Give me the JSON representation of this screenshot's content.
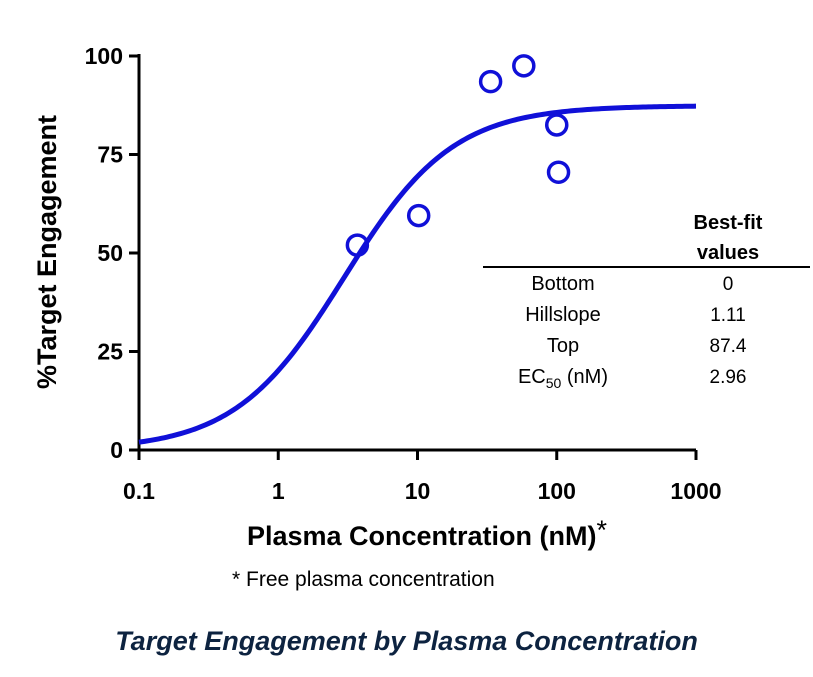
{
  "chart_data": {
    "type": "scatter",
    "xscale": "log",
    "xlim": [
      0.1,
      1000
    ],
    "ylim": [
      0,
      100
    ],
    "x_ticks": [
      "0.1",
      "1",
      "10",
      "100",
      "1000"
    ],
    "y_ticks": [
      "0",
      "25",
      "50",
      "75",
      "100"
    ],
    "xlabel": "Plasma Concentration (nM)",
    "xlabel_suffix": "*",
    "ylabel": "%Target  Engagement",
    "grid": false,
    "color": "#1010d8",
    "points": [
      {
        "x": 3.7,
        "y": 52
      },
      {
        "x": 10.2,
        "y": 59.5
      },
      {
        "x": 33.5,
        "y": 93.5
      },
      {
        "x": 58,
        "y": 97.5
      },
      {
        "x": 100,
        "y": 82.5
      },
      {
        "x": 103,
        "y": 70.5
      }
    ],
    "fit": {
      "bottom": 0,
      "hillslope": 1.11,
      "top": 87.4,
      "ec50": 2.96
    }
  },
  "table": {
    "header_line1": "Best-fit",
    "header_line2": "values",
    "rows": [
      {
        "label": "Bottom",
        "label_sub": "",
        "label_suffix": "",
        "value": "0"
      },
      {
        "label": "Hillslope",
        "label_sub": "",
        "label_suffix": "",
        "value": "1.11"
      },
      {
        "label": "Top",
        "label_sub": "",
        "label_suffix": "",
        "value": "87.4"
      },
      {
        "label": "EC",
        "label_sub": "50",
        "label_suffix": " (nM)",
        "value": "2.96"
      }
    ]
  },
  "footnote": "* Free plasma concentration",
  "caption": "Target Engagement by Plasma Concentration"
}
